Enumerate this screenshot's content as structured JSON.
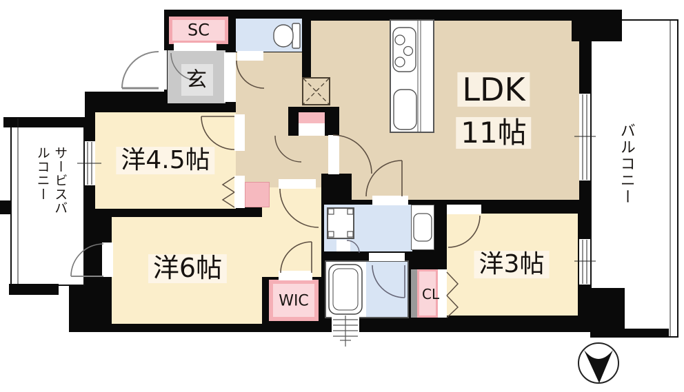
{
  "title": "apartment-floor-plan",
  "rooms": {
    "ldk": {
      "name": "LDK",
      "size": "11帖"
    },
    "western_4_5": {
      "label": "洋4.5帖"
    },
    "western_6": {
      "label": "洋6帖"
    },
    "western_3": {
      "label": "洋3帖"
    }
  },
  "entrance": {
    "label": "玄"
  },
  "storage": {
    "shoe_closet": "SC",
    "walk_in_closet": "WIC",
    "closet": "CL"
  },
  "balconies": {
    "main": "バルコニー",
    "service": "サービスバルコニー"
  },
  "colors": {
    "wall": "#0a0a0a",
    "ldk_floor": "#E5D5B8",
    "bedroom_floor": "#FBEECB",
    "wet_area_floor": "#D8E4F4",
    "closet_pink": "#F6B9BF",
    "closet_pink_light": "#FAD6DA",
    "entrance_gray": "#C9C9C9"
  }
}
